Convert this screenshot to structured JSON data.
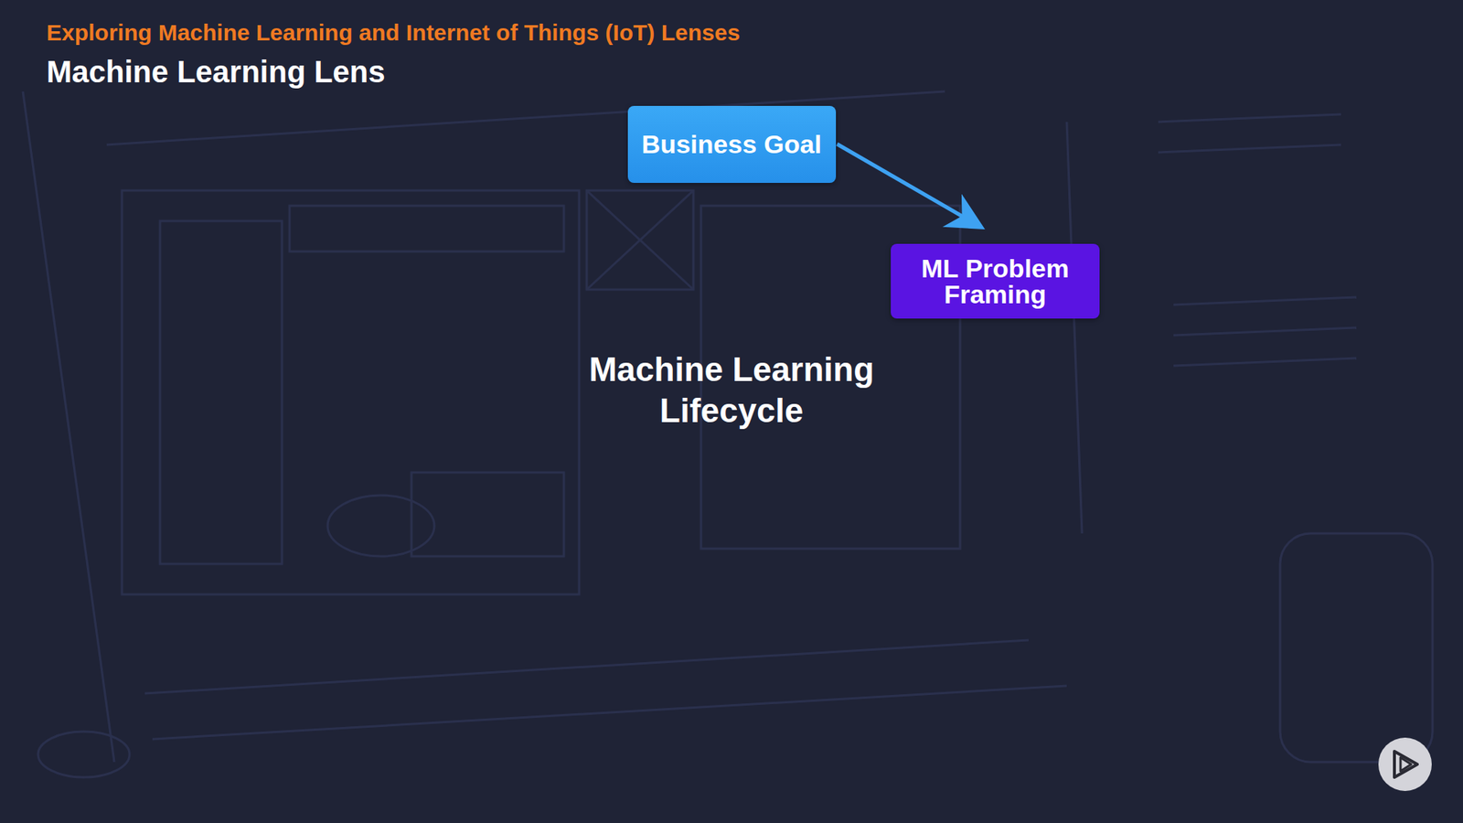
{
  "diagram": {
    "title": "Exploring Machine Learning and Internet of Things (IoT) Lenses",
    "nodes": [
      {
        "text": [
          "Business Goal"
        ]
      },
      {
        "text": [
          "ML Problem Framing"
        ]
      }
    ],
    "edges": [
      {
        "from": 0,
        "to": 1,
        "arrow": "to"
      }
    ],
    "labels": [
      "Machine Learning Lens",
      "Machine Learning Lifecycle"
    ]
  }
}
